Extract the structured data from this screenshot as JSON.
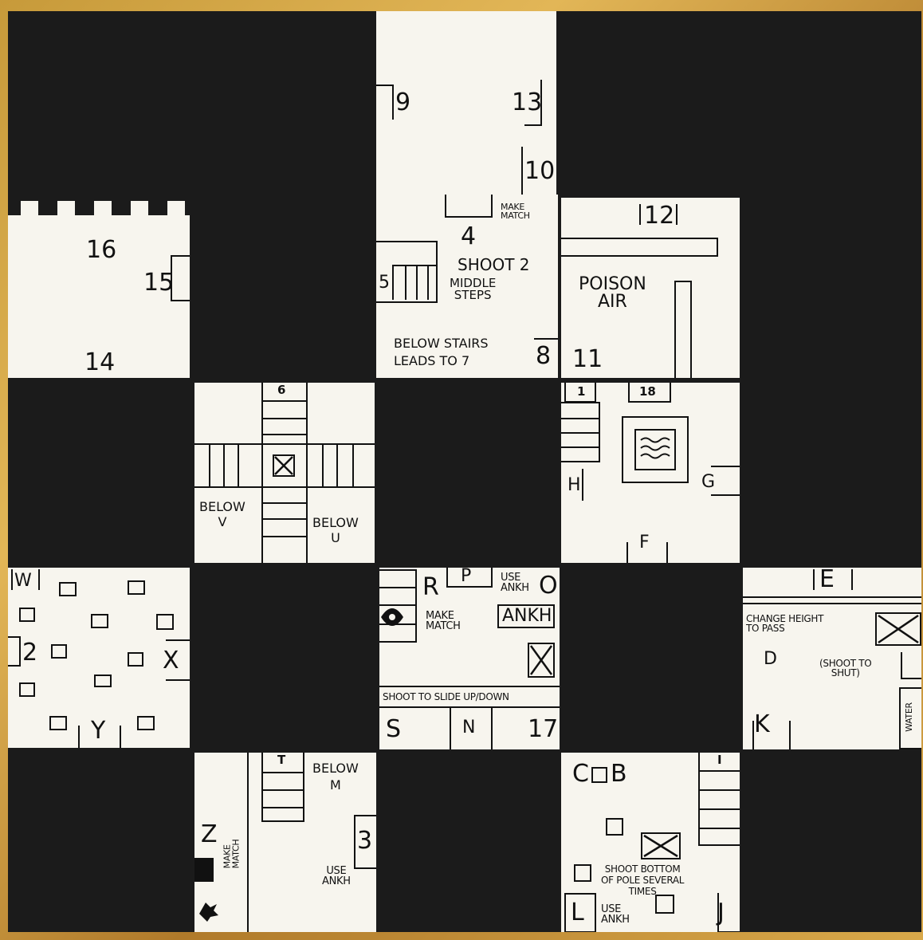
{
  "rooms": {
    "top": {
      "n9": "9",
      "n13": "13",
      "n10": "10"
    },
    "castle": {
      "n16": "16",
      "n15": "15",
      "n14": "14"
    },
    "stairs": {
      "n4": "4",
      "make_match": "MAKE\nMATCH",
      "shoot2": "SHOOT 2",
      "middle_steps": "MIDDLE\nSTEPS",
      "n5": "5",
      "below_stairs": "BELOW STAIRS\nLEADS TO 7",
      "n8": "8"
    },
    "poison": {
      "n12": "12",
      "poison_air": "POISON\nAIR",
      "n11": "11"
    },
    "cross": {
      "n6": "6",
      "below_v": "BELOW\nV",
      "below_u": "BELOW\nU"
    },
    "pool": {
      "n1": "1",
      "n18": "18",
      "h": "H",
      "g": "G",
      "f": "F"
    },
    "yard": {
      "w": "W",
      "n2": "2",
      "x": "X",
      "y": "Y"
    },
    "ankh": {
      "r": "R",
      "p": "P",
      "use_ankh": "USE\nANKH",
      "o": "O",
      "make_match": "MAKE\nMATCH",
      "ankh": "ANKH",
      "shoot_slide": "SHOOT TO SLIDE UP/DOWN",
      "s": "S",
      "n": "N",
      "n17": "17"
    },
    "height": {
      "e": "E",
      "change_height": "CHANGE HEIGHT\nTO PASS",
      "d": "D",
      "shoot_shut": "(SHOOT TO\nSHUT)",
      "k": "K",
      "water": "WATER"
    },
    "bottomleft": {
      "t": "T",
      "below_m": "BELOW\nM",
      "z": "Z",
      "n3": "3",
      "make_match": "MAKE\nMATCH",
      "use_ankh": "USE\nANKH"
    },
    "bottomright": {
      "c": "C",
      "b": "B",
      "i": "I",
      "shoot_bottom": "SHOOT BOTTOM\nOF POLE SEVERAL\nTIMES",
      "l": "L",
      "use_ankh": "USE\nANKH",
      "j": "J"
    }
  }
}
